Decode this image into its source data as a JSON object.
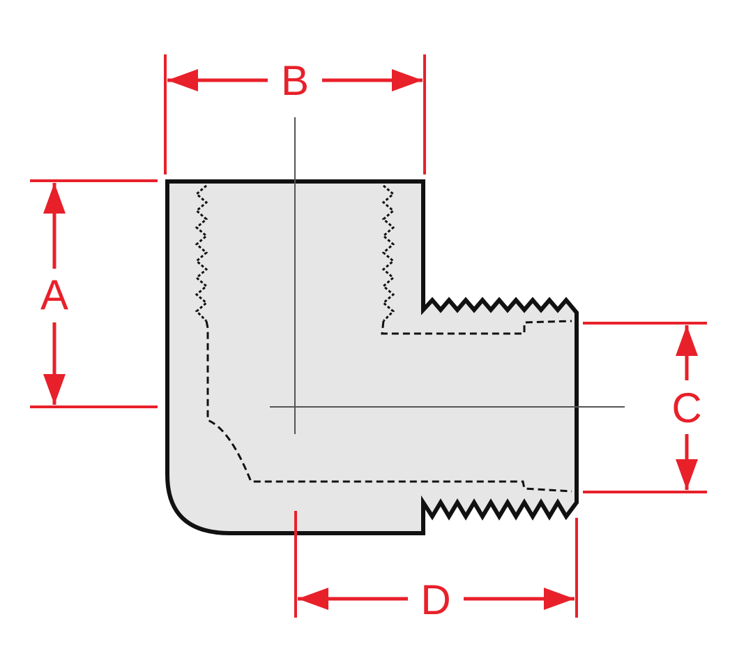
{
  "colors": {
    "dimension": "#e8202a",
    "outline": "#111111",
    "fill": "#e6e6e7",
    "centerline": "#555555",
    "background": "#ffffff"
  },
  "labels": {
    "a": "A",
    "b": "B",
    "c": "C",
    "d": "D"
  }
}
